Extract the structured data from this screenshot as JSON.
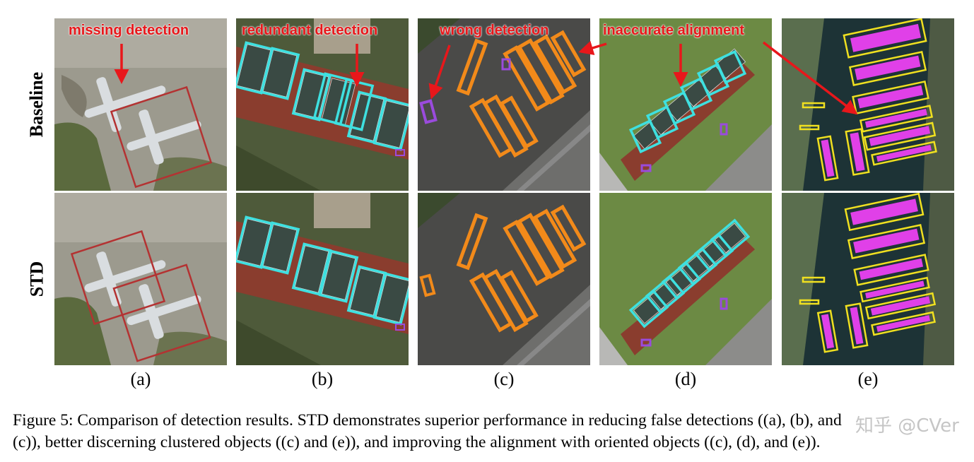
{
  "figure": {
    "row_labels": [
      "Baseline",
      "STD"
    ],
    "column_labels": [
      "(a)",
      "(b)",
      "(c)",
      "(d)",
      "(e)"
    ],
    "annotations": {
      "a": "missing detection",
      "b": "redundant detection",
      "c": "wrong detection",
      "d": "inaccurate alignment"
    },
    "caption_line1": "Figure 5: Comparison of detection results. STD demonstrates superior performance in reducing false detections ((a), (b), and",
    "caption_line2": "(c)), better discerning clustered objects ((c) and (e)), and improving the alignment with oriented objects ((c), (d), and (e)).",
    "watermark": "知乎 @CVer",
    "colors": {
      "annotation": "#e8171b",
      "plane_box": "#b43232",
      "court_box": "#3ee0e0",
      "vehicle_box": "#f28a1a",
      "small_vehicle_box": "#9a4bdc",
      "ship_box": "#f0e020",
      "ship_fill": "#e040e8"
    }
  }
}
